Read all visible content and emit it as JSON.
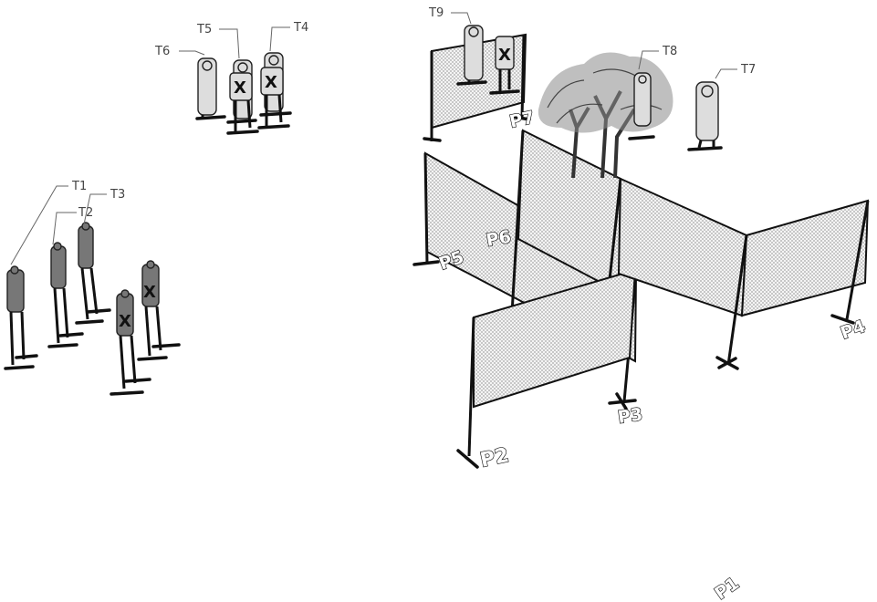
{
  "targets": [
    {
      "id": "t1",
      "label": "T1"
    },
    {
      "id": "t2",
      "label": "T2"
    },
    {
      "id": "t3",
      "label": "T3"
    },
    {
      "id": "t4",
      "label": "T4"
    },
    {
      "id": "t5",
      "label": "T5"
    },
    {
      "id": "t6",
      "label": "T6"
    },
    {
      "id": "t7",
      "label": "T7"
    },
    {
      "id": "t8",
      "label": "T8"
    },
    {
      "id": "t9",
      "label": "T9"
    }
  ],
  "positions": [
    {
      "id": "p1",
      "label": "P1"
    },
    {
      "id": "p2",
      "label": "P2"
    },
    {
      "id": "p3",
      "label": "P3"
    },
    {
      "id": "p4",
      "label": "P4"
    },
    {
      "id": "p5",
      "label": "P5"
    },
    {
      "id": "p6",
      "label": "P6"
    },
    {
      "id": "p7",
      "label": "P7"
    }
  ],
  "no_shoot_mark": "X",
  "colors": {
    "mesh": "#bdbdbd",
    "stroke": "#111111",
    "background": "#ffffff"
  }
}
